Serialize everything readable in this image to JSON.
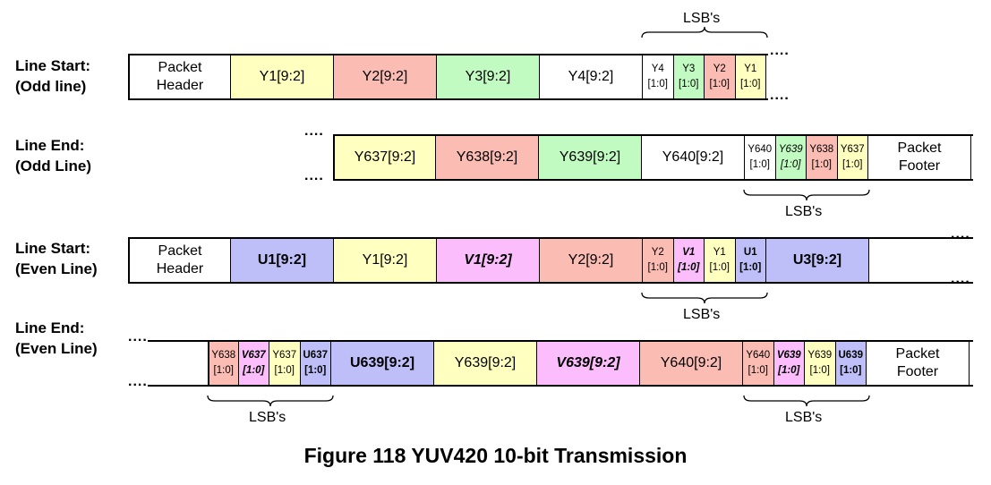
{
  "rows": [
    {
      "label": [
        "Line Start:",
        "(Odd line)"
      ],
      "cells": [
        {
          "lines": [
            "Packet",
            "Header"
          ],
          "color": "#ffffff",
          "size": "big"
        },
        {
          "lines": [
            "Y1[9:2]"
          ],
          "color": "#ffffc0",
          "size": "big"
        },
        {
          "lines": [
            "Y2[9:2]"
          ],
          "color": "#fbbcb4",
          "size": "big"
        },
        {
          "lines": [
            "Y3[9:2]"
          ],
          "color": "#c2fbc2",
          "size": "big"
        },
        {
          "lines": [
            "Y4[9:2]"
          ],
          "color": "#ffffff",
          "size": "big"
        },
        {
          "lines": [
            "Y4",
            "[1:0]"
          ],
          "color": "#ffffff",
          "size": "small"
        },
        {
          "lines": [
            "Y3",
            "[1:0]"
          ],
          "color": "#c2fbc2",
          "size": "small"
        },
        {
          "lines": [
            "Y2",
            "[1:0]"
          ],
          "color": "#fbbcb4",
          "size": "small"
        },
        {
          "lines": [
            "Y1",
            "[1:0]"
          ],
          "color": "#ffffc0",
          "size": "small"
        }
      ],
      "lsb_label": "LSB's"
    },
    {
      "label": [
        "Line End:",
        "(Odd Line)"
      ],
      "cells": [
        {
          "lines": [
            "Y637[9:2]"
          ],
          "color": "#ffffc0",
          "size": "big"
        },
        {
          "lines": [
            "Y638[9:2]"
          ],
          "color": "#fbbcb4",
          "size": "big"
        },
        {
          "lines": [
            "Y639[9:2]"
          ],
          "color": "#c2fbc2",
          "size": "big"
        },
        {
          "lines": [
            "Y640[9:2]"
          ],
          "color": "#ffffff",
          "size": "big"
        },
        {
          "lines": [
            "Y640",
            "[1:0]"
          ],
          "color": "#ffffff",
          "size": "small"
        },
        {
          "lines": [
            "Y639",
            "[1:0]"
          ],
          "color": "#c2fbc2",
          "size": "small",
          "italic": true
        },
        {
          "lines": [
            "Y638",
            "[1:0]"
          ],
          "color": "#fbbcb4",
          "size": "small"
        },
        {
          "lines": [
            "Y637",
            "[1:0]"
          ],
          "color": "#ffffc0",
          "size": "small"
        },
        {
          "lines": [
            "Packet",
            "Footer"
          ],
          "color": "#ffffff",
          "size": "big"
        }
      ],
      "lsb_label": "LSB's"
    },
    {
      "label": [
        "Line Start:",
        "(Even Line)"
      ],
      "cells": [
        {
          "lines": [
            "Packet",
            "Header"
          ],
          "color": "#ffffff",
          "size": "big"
        },
        {
          "lines": [
            "U1[9:2]"
          ],
          "color": "#bebef8",
          "size": "big",
          "bold": true
        },
        {
          "lines": [
            "Y1[9:2]"
          ],
          "color": "#ffffc0",
          "size": "big"
        },
        {
          "lines": [
            "V1[9:2]"
          ],
          "color": "#fbbdfb",
          "size": "big",
          "bold": true,
          "italic": true
        },
        {
          "lines": [
            "Y2[9:2]"
          ],
          "color": "#fbbcb4",
          "size": "big"
        },
        {
          "lines": [
            "Y2",
            "[1:0]"
          ],
          "color": "#fbbcb4",
          "size": "small"
        },
        {
          "lines": [
            "V1",
            "[1:0]"
          ],
          "color": "#fbbdfb",
          "size": "small",
          "bold": true,
          "italic": true
        },
        {
          "lines": [
            "Y1",
            "[1:0]"
          ],
          "color": "#ffffc0",
          "size": "small"
        },
        {
          "lines": [
            "U1",
            "[1:0]"
          ],
          "color": "#bebef8",
          "size": "small",
          "bold": true
        },
        {
          "lines": [
            "U3[9:2]"
          ],
          "color": "#bebef8",
          "size": "big",
          "bold": true
        },
        {
          "lines": [
            ""
          ],
          "color": "#ffffff",
          "size": "big"
        }
      ],
      "lsb_label": "LSB's"
    },
    {
      "label": [
        "Line End:",
        "(Even Line)"
      ],
      "cells": [
        {
          "lines": [
            "Y638",
            "[1:0]"
          ],
          "color": "#fbbcb4",
          "size": "small"
        },
        {
          "lines": [
            "V637",
            "[1:0]"
          ],
          "color": "#fbbdfb",
          "size": "small",
          "bold": true,
          "italic": true
        },
        {
          "lines": [
            "Y637",
            "[1:0]"
          ],
          "color": "#ffffc0",
          "size": "small"
        },
        {
          "lines": [
            "U637",
            "[1:0]"
          ],
          "color": "#bebef8",
          "size": "small",
          "bold": true
        },
        {
          "lines": [
            "U639[9:2]"
          ],
          "color": "#bebef8",
          "size": "big",
          "bold": true
        },
        {
          "lines": [
            "Y639[9:2]"
          ],
          "color": "#ffffc0",
          "size": "big"
        },
        {
          "lines": [
            "V639[9:2]"
          ],
          "color": "#fbbdfb",
          "size": "big",
          "bold": true,
          "italic": true
        },
        {
          "lines": [
            "Y640[9:2]"
          ],
          "color": "#fbbcb4",
          "size": "big"
        },
        {
          "lines": [
            "Y640",
            "[1:0]"
          ],
          "color": "#fbbcb4",
          "size": "small"
        },
        {
          "lines": [
            "V639",
            "[1:0]"
          ],
          "color": "#fbbdfb",
          "size": "small",
          "bold": true,
          "italic": true
        },
        {
          "lines": [
            "Y639",
            "[1:0]"
          ],
          "color": "#ffffc0",
          "size": "small"
        },
        {
          "lines": [
            "U639",
            "[1:0]"
          ],
          "color": "#bebef8",
          "size": "small",
          "bold": true
        },
        {
          "lines": [
            "Packet",
            "Footer"
          ],
          "color": "#ffffff",
          "size": "big"
        }
      ],
      "lsb_label": "LSB's"
    }
  ],
  "caption": "Figure 118 YUV420 10-bit Transmission",
  "dots": "...."
}
